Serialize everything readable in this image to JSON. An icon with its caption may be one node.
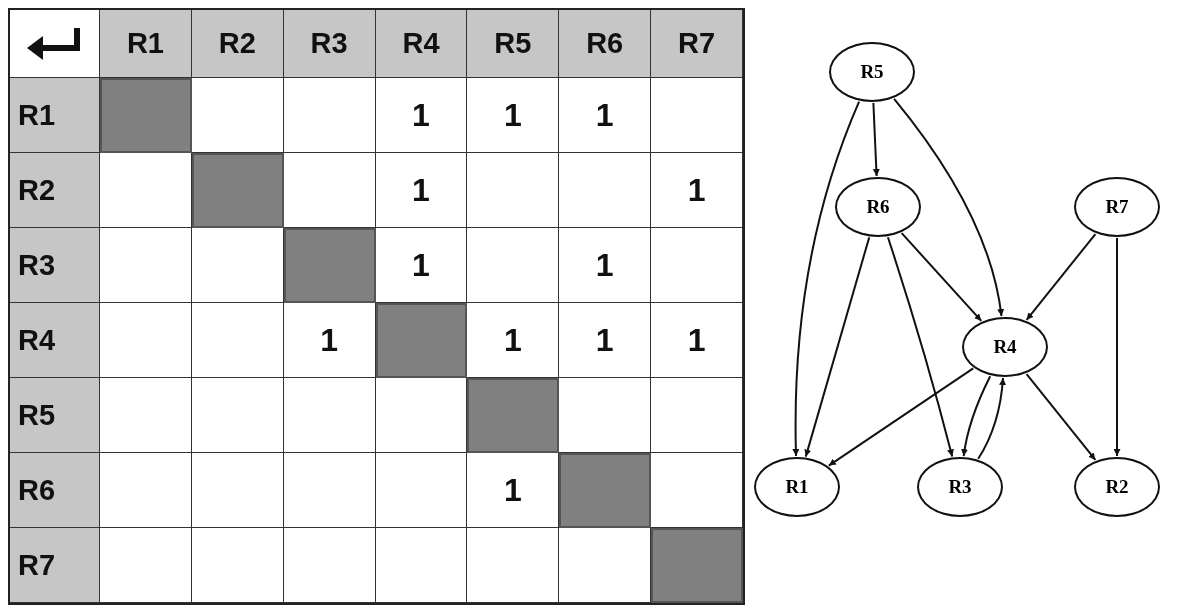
{
  "diagram": {
    "nodes": [
      {
        "text": [
          "R5"
        ]
      },
      {
        "text": [
          "R6"
        ]
      },
      {
        "text": [
          "R7"
        ]
      },
      {
        "text": [
          "R4"
        ]
      },
      {
        "text": [
          "R1"
        ]
      },
      {
        "text": [
          "R3"
        ]
      },
      {
        "text": [
          "R2"
        ]
      }
    ],
    "edges": [
      {
        "from": 0,
        "to": 1,
        "arrow": "to"
      },
      {
        "from": 0,
        "to": 4,
        "arrow": "to"
      },
      {
        "from": 0,
        "to": 3,
        "arrow": "to"
      },
      {
        "from": 1,
        "to": 4,
        "arrow": "to"
      },
      {
        "from": 1,
        "to": 5,
        "arrow": "to"
      },
      {
        "from": 1,
        "to": 3,
        "arrow": "to"
      },
      {
        "from": 2,
        "to": 3,
        "arrow": "to"
      },
      {
        "from": 2,
        "to": 6,
        "arrow": "to"
      },
      {
        "from": 3,
        "to": 4,
        "arrow": "to"
      },
      {
        "from": 3,
        "to": 5,
        "arrow": "to"
      },
      {
        "from": 5,
        "to": 3,
        "arrow": "to"
      },
      {
        "from": 3,
        "to": 6,
        "arrow": "to"
      }
    ],
    "labels": [
      "R1",
      "R2",
      "R3",
      "R4",
      "R5",
      "R6",
      "R7",
      "R1",
      "1",
      "1",
      "1",
      "R2",
      "1",
      "1",
      "R3",
      "1",
      "1",
      "R4",
      "1",
      "1",
      "1",
      "1",
      "R5",
      "R6",
      "1",
      "R7"
    ]
  }
}
